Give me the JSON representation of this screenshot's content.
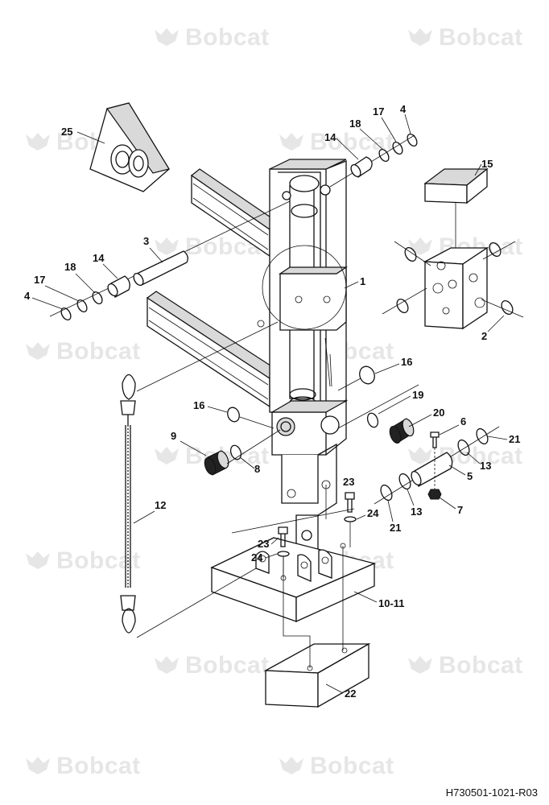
{
  "watermark_text": "Bobcat",
  "drawing_id": "H730501-1021-R03",
  "callouts": [
    "25",
    "14",
    "18",
    "17",
    "4",
    "15",
    "3",
    "14",
    "18",
    "17",
    "4",
    "1",
    "2",
    "16",
    "19",
    "16",
    "20",
    "6",
    "21",
    "9",
    "8",
    "13",
    "5",
    "23",
    "7",
    "12",
    "24",
    "21",
    "13",
    "23",
    "24",
    "10-11",
    "22"
  ]
}
